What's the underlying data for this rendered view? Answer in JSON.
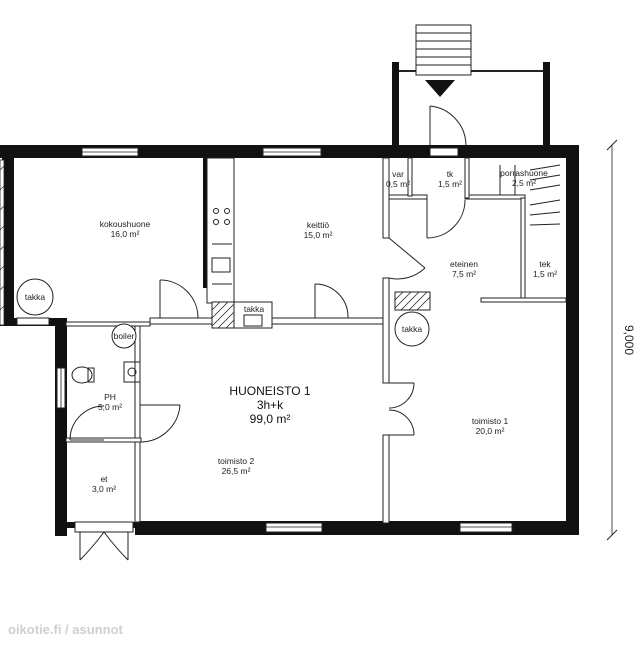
{
  "apartment": {
    "name": "HUONEISTO 1",
    "type": "3h+k",
    "area": "99,0 m²"
  },
  "rooms": [
    {
      "id": "kokoushuone",
      "name": "kokoushuone",
      "area": "16,0 m²"
    },
    {
      "id": "keittio",
      "name": "keittiö",
      "area": "15,0 m²"
    },
    {
      "id": "var",
      "name": "var",
      "area": "0,5 m²"
    },
    {
      "id": "tk",
      "name": "tk",
      "area": "1,5 m²"
    },
    {
      "id": "porrashuone",
      "name": "porrashuone",
      "area": "2,5 m²"
    },
    {
      "id": "eteinen",
      "name": "eteinen",
      "area": "7,5 m²"
    },
    {
      "id": "tek",
      "name": "tek",
      "area": "1,5 m²"
    },
    {
      "id": "ph",
      "name": "PH",
      "area": "5,0 m²"
    },
    {
      "id": "toimisto2",
      "name": "toimisto 2",
      "area": "26,5 m²"
    },
    {
      "id": "toimisto1",
      "name": "toimisto 1",
      "area": "20,0 m²"
    },
    {
      "id": "et",
      "name": "et",
      "area": "3,0 m²"
    }
  ],
  "fixtures": {
    "takka": "takka",
    "boiler": "boiler"
  },
  "dimension": "9,000",
  "watermark": "oikotie.fi / asunnot"
}
